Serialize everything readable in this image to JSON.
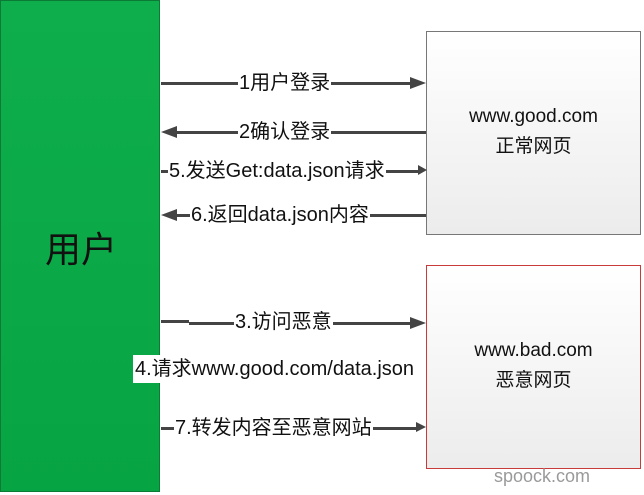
{
  "user": {
    "label": "用户"
  },
  "good_site": {
    "domain": "www.good.com",
    "desc": "正常网页"
  },
  "bad_site": {
    "domain": "www.bad.com",
    "desc": "恶意网页"
  },
  "steps": {
    "s1": "1用户登录",
    "s2": "2确认登录",
    "s5": "5.发送Get:data.json请求",
    "s6": "6.返回data.json内容",
    "s3": "3.访问恶意",
    "s4": "4.请求www.good.com/data.json",
    "s7": "7.转发内容至恶意网站"
  },
  "watermark": "spoock.com"
}
